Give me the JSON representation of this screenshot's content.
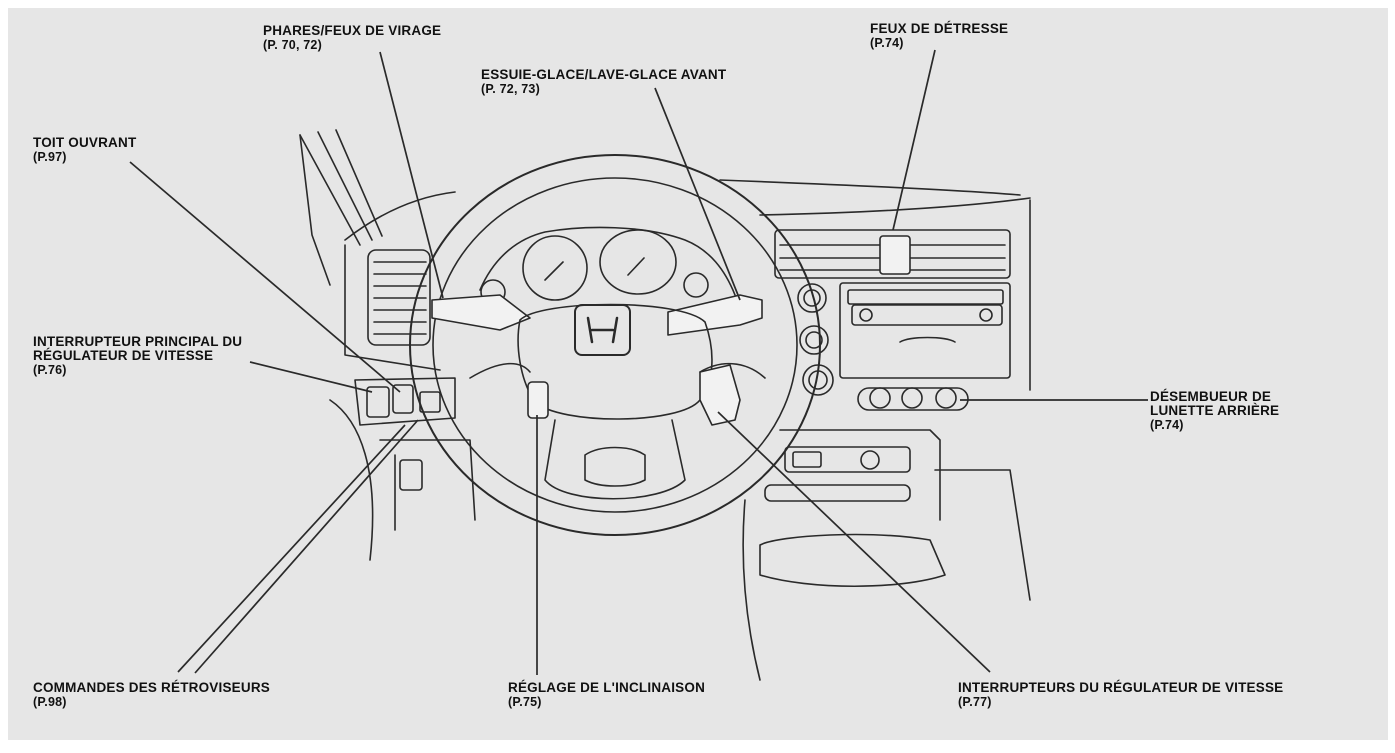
{
  "background": "#e6e6e6",
  "line_color": "#2a2a2a",
  "callouts": {
    "phares": {
      "title": "PHARES/FEUX DE VIRAGE",
      "page": "(P. 70, 72)"
    },
    "feux_detresse": {
      "title": "FEUX DE DÉTRESSE",
      "page": "(P.74)"
    },
    "essuie_glace": {
      "title": "ESSUIE-GLACE/LAVE-GLACE AVANT",
      "page": "(P. 72, 73)"
    },
    "toit_ouvrant": {
      "title": "TOIT OUVRANT",
      "page": "(P.97)"
    },
    "interrupteur_principal": {
      "title_line1": "INTERRUPTEUR PRINCIPAL DU",
      "title_line2": "RÉGULATEUR DE VITESSE",
      "page": "(P.76)"
    },
    "desembueur": {
      "title_line1": "DÉSEMBUEUR DE",
      "title_line2": "LUNETTE ARRIÈRE",
      "page": "(P.74)"
    },
    "commandes_retroviseurs": {
      "title": "COMMANDES DES RÉTROVISEURS",
      "page": "(P.98)"
    },
    "reglage_inclinaison": {
      "title": "RÉGLAGE DE L'INCLINAISON",
      "page": "(P.75)"
    },
    "interrupteurs_regulateur": {
      "title": "INTERRUPTEURS DU RÉGULATEUR DE VITESSE",
      "page": "(P.77)"
    }
  },
  "icons": [
    "steering-wheel-icon",
    "honda-logo-icon",
    "dashboard-drawing"
  ]
}
